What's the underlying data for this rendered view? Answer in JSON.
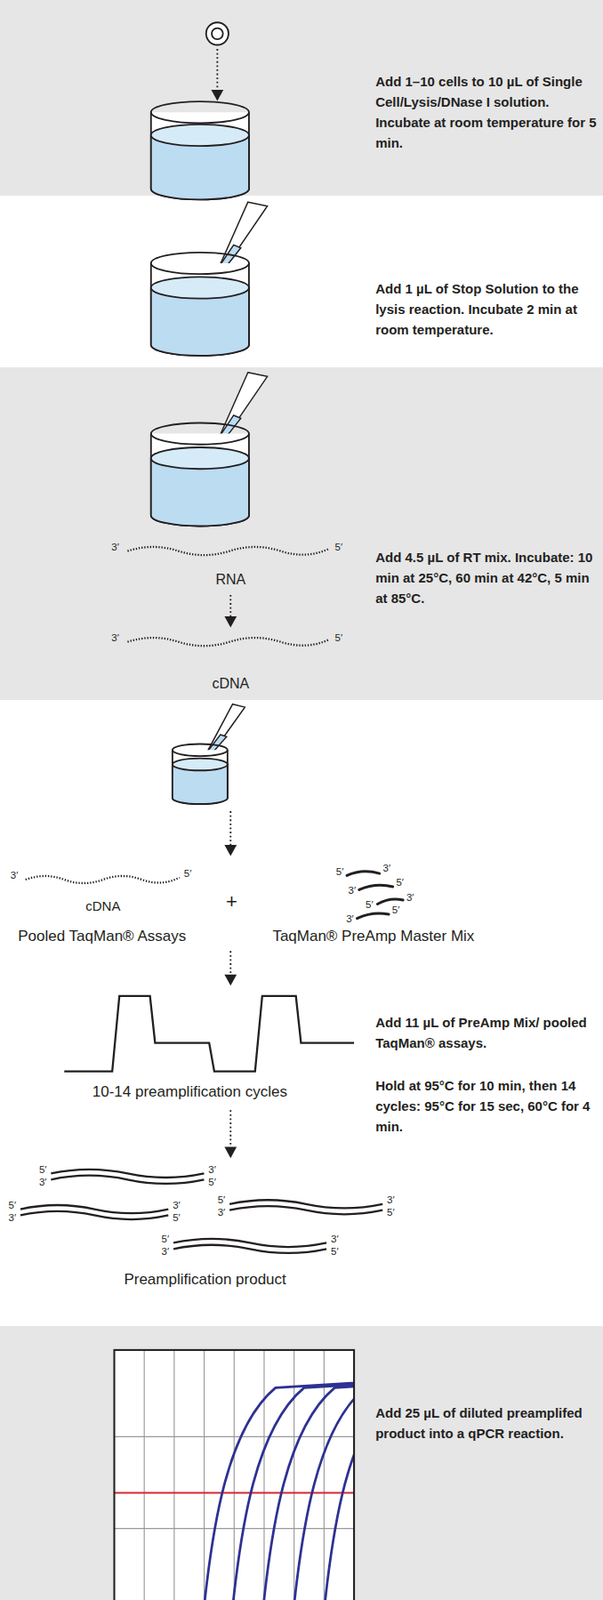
{
  "diagram": {
    "nodes": [
      {
        "text": [
          "Add 1–10 cells to 10 µL of Single Cell/Lysis/DNase I solution. Incubate at room temperature for 5 min."
        ]
      },
      {
        "text": [
          "Add 1 µL of Stop Solution to the lysis reaction. Incubate 2 min at room temperature."
        ]
      },
      {
        "text": [
          "Add 4.5 µL of RT mix. Incubate: 10 min at 25°C, 60 min at 42°C, 5 min at 85°C."
        ]
      },
      {
        "text": [
          "Add 11 µL of PreAmp Mix/ pooled TaqMan® assays.",
          "Hold at 95°C for 10 min, then 14 cycles: 95°C for 15 sec, 60°C for 4 min."
        ]
      },
      {
        "text": [
          "Add 25 µL of diluted preamplifed product into a qPCR reaction."
        ]
      }
    ],
    "labels": [
      "3′",
      "5′",
      "RNA",
      "3′",
      "5′",
      "cDNA",
      "3′",
      "5′",
      "cDNA",
      "+",
      "Pooled TaqMan® Assays",
      "TaqMan® PreAmp Master Mix",
      "5′",
      "3′",
      "3′",
      "5′",
      "5′",
      "3′",
      "3′",
      "5′",
      "10-14 preamplification cycles",
      "5′",
      "3′",
      "3′",
      "5′",
      "5′",
      "3′",
      "3′",
      "5′",
      "5′",
      "3′",
      "3′",
      "5′",
      "5′",
      "3′",
      "3′",
      "5′",
      "Preamplification product"
    ]
  }
}
